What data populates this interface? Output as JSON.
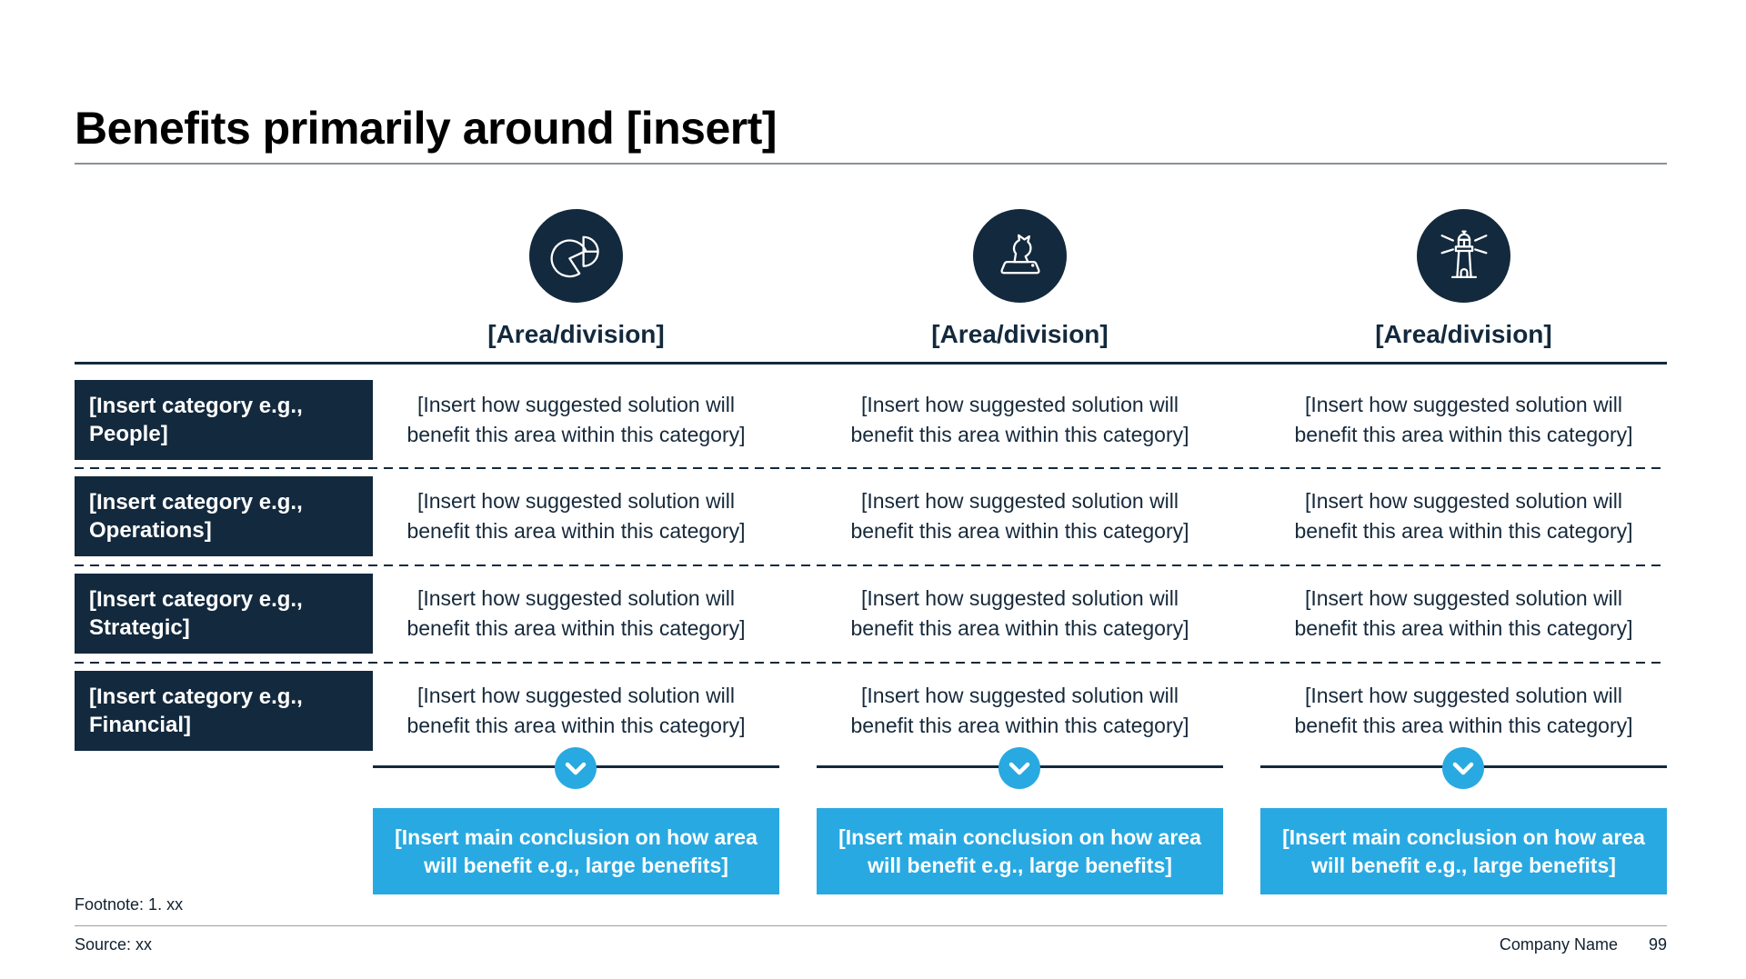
{
  "slide": {
    "title": "Benefits primarily around [insert]",
    "footnote": "Footnote: 1. xx",
    "source": "Source: xx",
    "company_name": "Company Name",
    "page_number": "99"
  },
  "colors": {
    "navy": "#13293d",
    "accent_blue": "#29a9e1",
    "title_rule_gray": "#8c9296",
    "white": "#ffffff"
  },
  "table": {
    "column_icons": [
      "pie-chart-icon",
      "chess-knight-icon",
      "lighthouse-icon"
    ],
    "column_headers": [
      "[Area/division]",
      "[Area/division]",
      "[Area/division]"
    ],
    "rows": [
      {
        "category": "[Insert category e.g., People]",
        "cells": [
          "[Insert how suggested solution will benefit this area within this category]",
          "[Insert how suggested solution will benefit this area within this category]",
          "[Insert how suggested solution will benefit this area within this category]"
        ]
      },
      {
        "category": "[Insert category e.g., Operations]",
        "cells": [
          "[Insert how suggested solution will benefit this area within this category]",
          "[Insert how suggested solution will benefit this area within this category]",
          "[Insert how suggested solution will benefit this area within this category]"
        ]
      },
      {
        "category": "[Insert category e.g., Strategic]",
        "cells": [
          "[Insert how suggested solution will benefit this area within this category]",
          "[Insert how suggested solution will benefit this area within this category]",
          "[Insert how suggested solution will benefit this area within this category]"
        ]
      },
      {
        "category": "[Insert category e.g., Financial]",
        "cells": [
          "[Insert how suggested solution will benefit this area within this category]",
          "[Insert how suggested solution will benefit this area within this category]",
          "[Insert how suggested solution will benefit this area within this category]"
        ]
      }
    ],
    "conclusions": [
      "[Insert main conclusion on how area will benefit e.g., large benefits]",
      "[Insert main conclusion on how area will benefit e.g., large benefits]",
      "[Insert main conclusion on how area will benefit e.g., large benefits]"
    ]
  }
}
